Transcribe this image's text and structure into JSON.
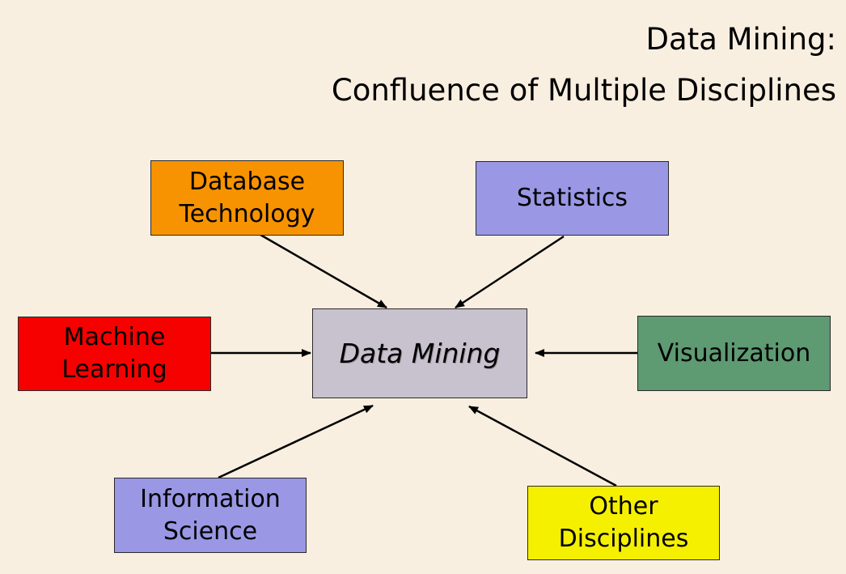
{
  "title": {
    "line1": "Data Mining:",
    "line2": "Confluence of Multiple Disciplines"
  },
  "center": {
    "label": "Data Mining",
    "color": "#c8c2cf"
  },
  "disciplines": {
    "database": {
      "line1": "Database",
      "line2": "Technology",
      "color": "#f79300"
    },
    "statistics": {
      "line1": "Statistics",
      "color": "#9a97e4"
    },
    "machine_learning": {
      "line1": "Machine",
      "line2": "Learning",
      "color": "#f70000"
    },
    "visualization": {
      "line1": "Visualization",
      "color": "#5e9a72"
    },
    "information_science": {
      "line1": "Information",
      "line2": "Science",
      "color": "#9a97e4"
    },
    "other": {
      "line1": "Other",
      "line2": "Disciplines",
      "color": "#f5f000"
    }
  }
}
